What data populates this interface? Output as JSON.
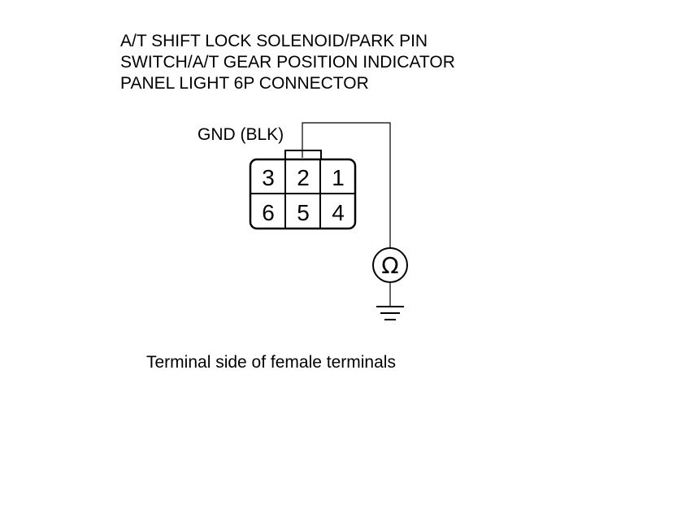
{
  "title": {
    "lines": [
      "A/T SHIFT LOCK SOLENOID/PARK PIN",
      "SWITCH/A/T GEAR POSITION INDICATOR",
      "PANEL LIGHT 6P CONNECTOR"
    ]
  },
  "wire_label": "GND (BLK)",
  "connector": {
    "top_row": [
      "3",
      "2",
      "1"
    ],
    "bottom_row": [
      "6",
      "5",
      "4"
    ]
  },
  "meter": {
    "symbol": "Ω",
    "icon": "ohmmeter-icon"
  },
  "ground": {
    "icon": "ground-icon"
  },
  "caption": "Terminal side of female terminals"
}
